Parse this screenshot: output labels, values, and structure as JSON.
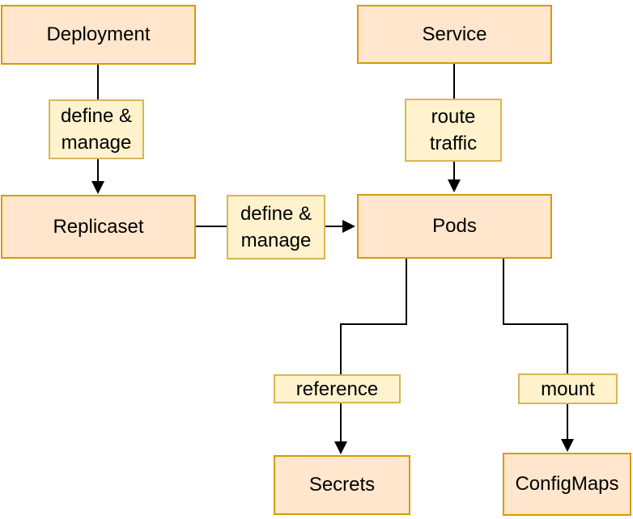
{
  "diagram": {
    "colors": {
      "background": "#ffffff",
      "node_fill": "#ffe6cc",
      "node_border": "#d79b00",
      "edge_label_fill": "#fff2cc",
      "edge_label_border": "#d6b656",
      "arrow": "#000000",
      "text": "#000000"
    },
    "nodes": {
      "deployment": {
        "label": "Deployment"
      },
      "service": {
        "label": "Service"
      },
      "replicaset": {
        "label": "Replicaset"
      },
      "pods": {
        "label": "Pods"
      },
      "secrets": {
        "label": "Secrets"
      },
      "configmaps": {
        "label": "ConfigMaps"
      }
    },
    "edge_labels": {
      "deployment_to_replicaset": {
        "label": "define &\nmanage"
      },
      "service_to_pods": {
        "label": "route\ntraffic"
      },
      "replicaset_to_pods": {
        "label": "define &\nmanage"
      },
      "pods_to_secrets": {
        "label": "reference"
      },
      "pods_to_configmaps": {
        "label": "mount"
      }
    },
    "connections": [
      {
        "from": "Deployment",
        "to": "Replicaset",
        "label": "define & manage"
      },
      {
        "from": "Service",
        "to": "Pods",
        "label": "route traffic"
      },
      {
        "from": "Replicaset",
        "to": "Pods",
        "label": "define & manage"
      },
      {
        "from": "Pods",
        "to": "Secrets",
        "label": "reference"
      },
      {
        "from": "Pods",
        "to": "ConfigMaps",
        "label": "mount"
      }
    ]
  }
}
